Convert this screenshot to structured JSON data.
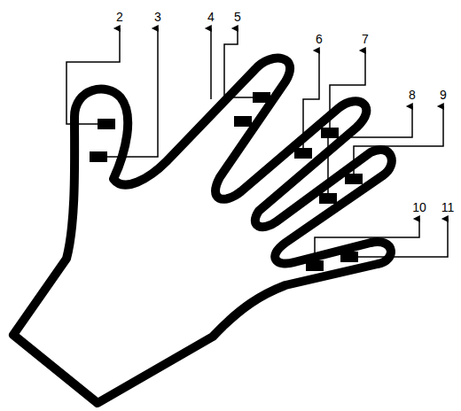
{
  "diagram": {
    "labels": [
      "2",
      "3",
      "4",
      "5",
      "6",
      "7",
      "8",
      "9",
      "10",
      "11"
    ]
  }
}
